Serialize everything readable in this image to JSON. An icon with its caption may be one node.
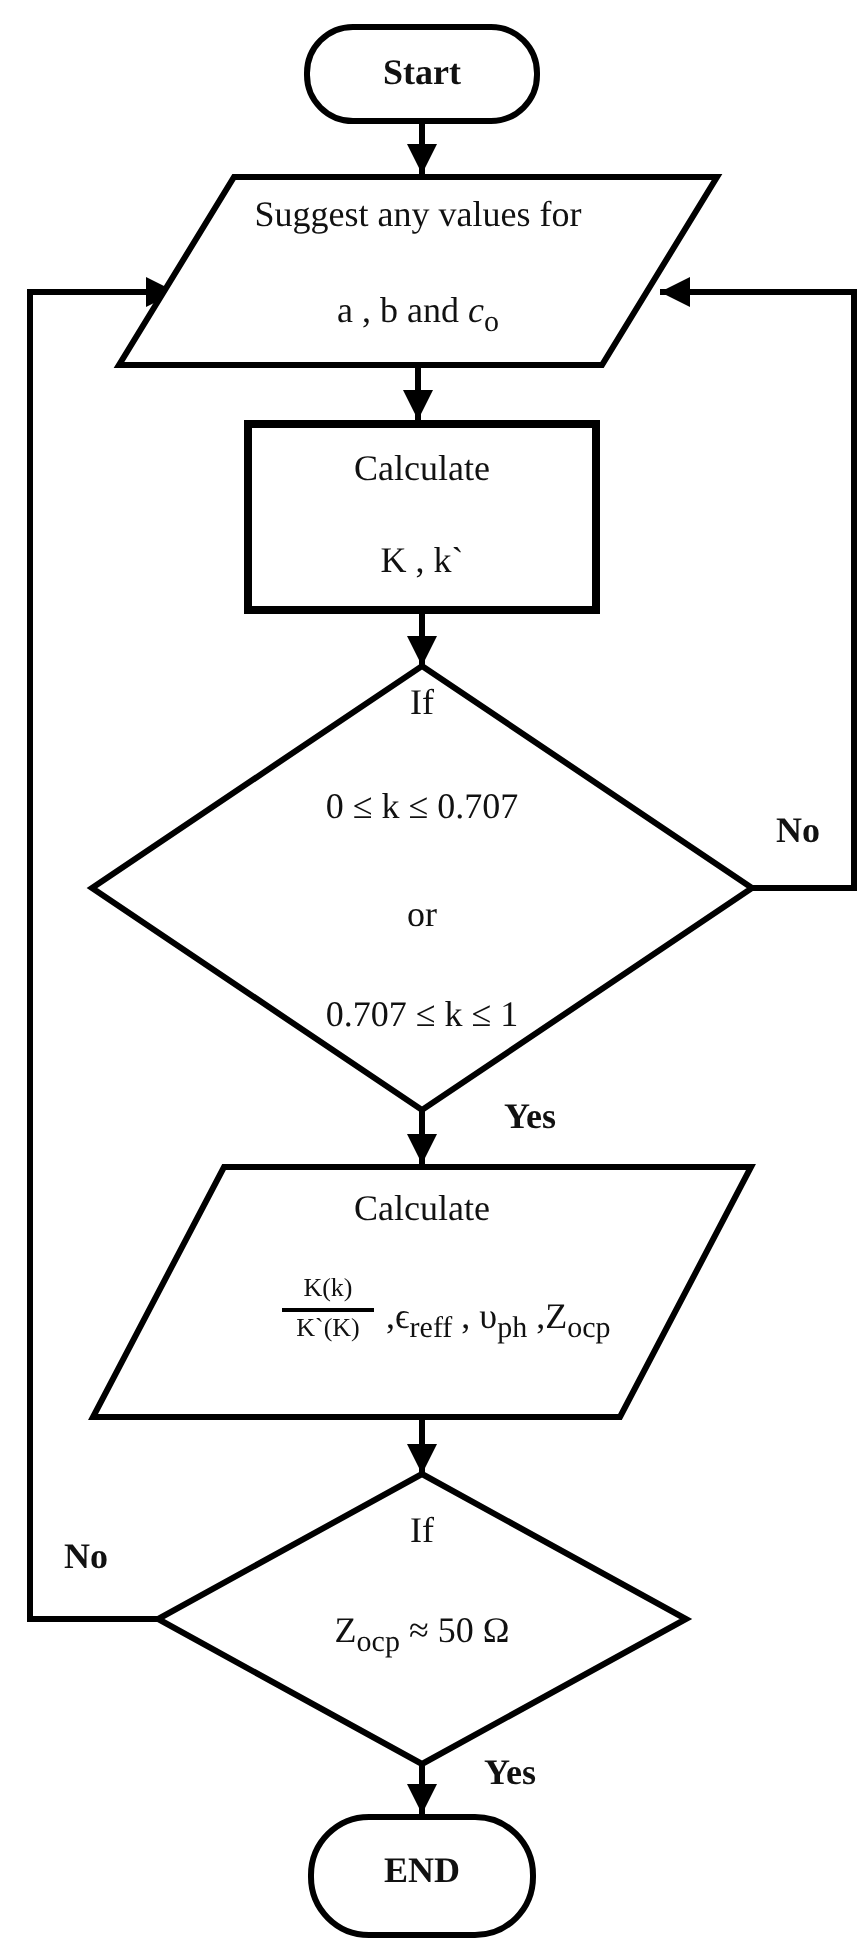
{
  "diagram": {
    "nodes": [
      {
        "text": [
          "Start"
        ]
      },
      {
        "text": [
          "Suggest any values for",
          "a , b and *c*$_{o}$"
        ]
      },
      {
        "text": [
          "Calculate",
          "K , k`"
        ]
      },
      {
        "text": [
          "If",
          "0 ≤ k ≤ 0.707",
          "or",
          "0.707 ≤ k ≤ 1"
        ]
      },
      {
        "text": [
          "Calculate",
          "K(k)",
          "K`(K)",
          ",ϵ$_{reff}$ , υ$_{ph}$ ,Z$_{ocp}$"
        ]
      },
      {
        "text": [
          "If",
          "Z$_{ocp}$  ≈ 50 Ω"
        ]
      },
      {
        "text": [
          "END"
        ]
      }
    ],
    "edges": [
      {
        "from": 0,
        "to": 1,
        "arrow": "to"
      },
      {
        "from": 1,
        "to": 2,
        "arrow": "to"
      },
      {
        "from": 2,
        "to": 3,
        "arrow": "to"
      },
      {
        "from": 3,
        "to": 4,
        "arrow": "to",
        "label": "Yes"
      },
      {
        "from": 3,
        "to": 1,
        "arrow": "to",
        "label": "No"
      },
      {
        "from": 4,
        "to": 5,
        "arrow": "to"
      },
      {
        "from": 5,
        "to": 1,
        "arrow": "to",
        "label": "No"
      },
      {
        "from": 5,
        "to": 6,
        "arrow": "to",
        "label": "Yes"
      }
    ]
  }
}
